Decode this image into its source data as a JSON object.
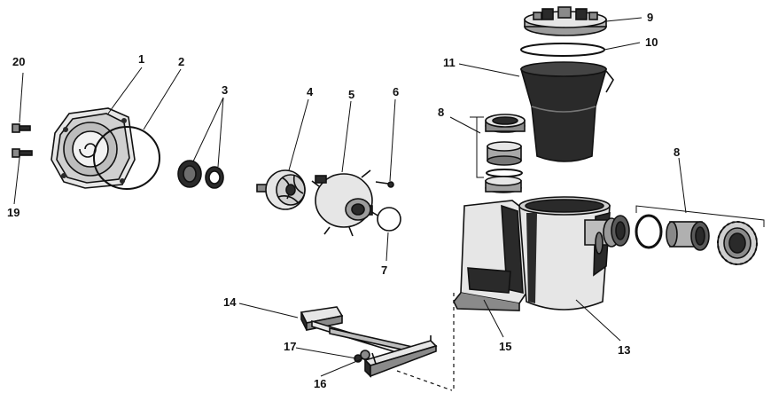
{
  "diagram": {
    "callouts": [
      {
        "id": "1",
        "label": "1"
      },
      {
        "id": "2",
        "label": "2"
      },
      {
        "id": "3",
        "label": "3"
      },
      {
        "id": "4",
        "label": "4"
      },
      {
        "id": "5",
        "label": "5"
      },
      {
        "id": "6",
        "label": "6"
      },
      {
        "id": "7",
        "label": "7"
      },
      {
        "id": "8a",
        "label": "8"
      },
      {
        "id": "8b",
        "label": "8"
      },
      {
        "id": "9",
        "label": "9"
      },
      {
        "id": "10",
        "label": "10"
      },
      {
        "id": "11",
        "label": "11"
      },
      {
        "id": "13",
        "label": "13"
      },
      {
        "id": "14",
        "label": "14"
      },
      {
        "id": "15",
        "label": "15"
      },
      {
        "id": "16",
        "label": "16"
      },
      {
        "id": "17",
        "label": "17"
      },
      {
        "id": "19",
        "label": "19"
      },
      {
        "id": "20",
        "label": "20"
      }
    ]
  }
}
